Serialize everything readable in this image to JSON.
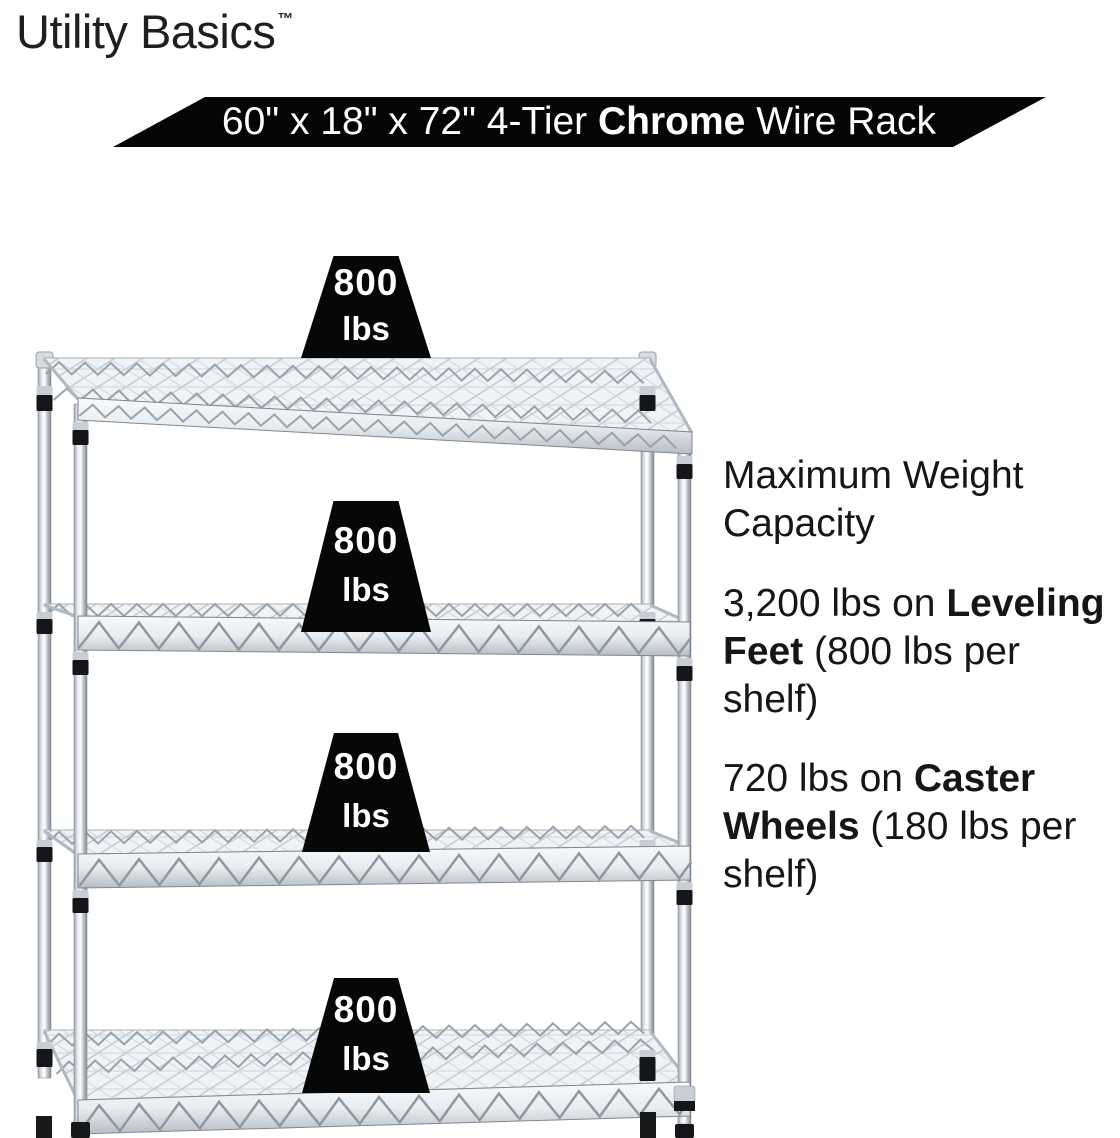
{
  "brand": {
    "name": "Utility Basics",
    "trademark": "™"
  },
  "banner": {
    "text_regular_1": "60\" x 18\" x 72\" 4-Tier ",
    "text_bold": "Chrome",
    "text_regular_2": " Wire Rack",
    "bg_color": "#050505",
    "text_color": "#ffffff"
  },
  "shelf_weights": [
    {
      "value": "800",
      "unit": "lbs"
    },
    {
      "value": "800",
      "unit": "lbs"
    },
    {
      "value": "800",
      "unit": "lbs"
    },
    {
      "value": "800",
      "unit": "lbs"
    }
  ],
  "capacity": {
    "heading": "Maximum Weight Capacity",
    "leveling_prefix": "3,200 lbs on ",
    "leveling_bold": "Leveling Feet",
    "leveling_suffix": " (800 lbs per shelf)",
    "caster_prefix": "720 lbs on ",
    "caster_bold": "Caster Wheels",
    "caster_suffix": " (180 lbs per shelf)"
  },
  "colors": {
    "background": "#ffffff",
    "body_text": "#161616",
    "weight_block_bg": "#070708",
    "chrome_light": "#e8ebee",
    "chrome_dark": "#8b9198",
    "collar_black": "#141619"
  }
}
